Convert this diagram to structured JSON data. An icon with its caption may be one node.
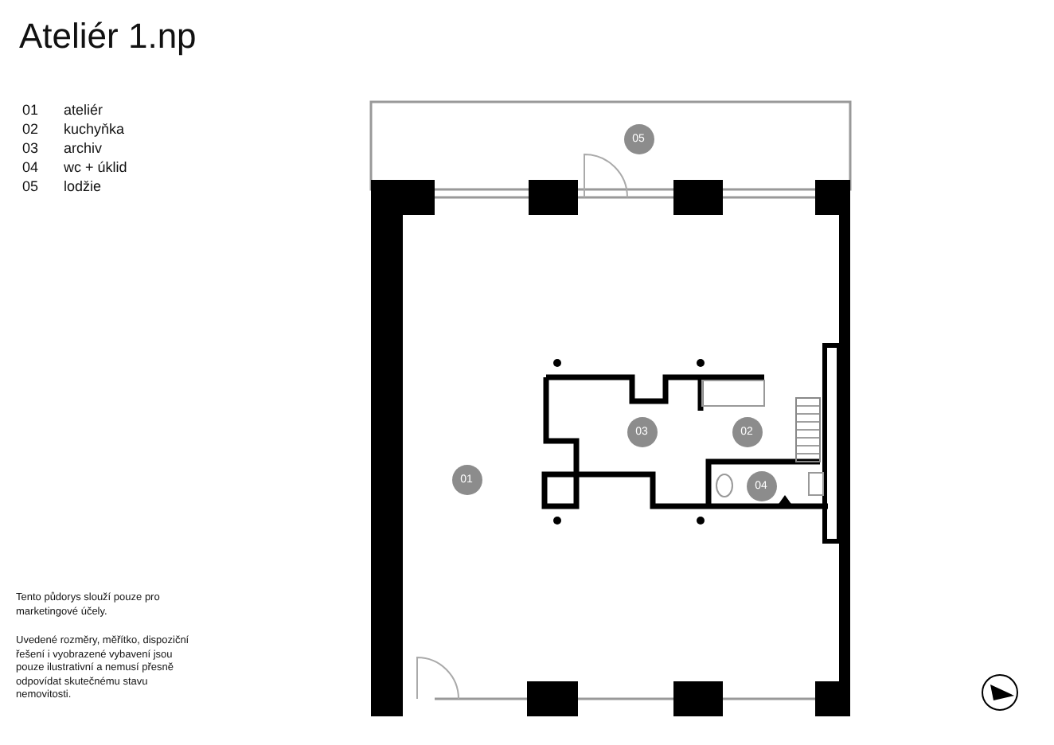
{
  "diagram": {
    "title": "Ateliér 1.np",
    "nodes": [
      {
        "text": [
          "05"
        ]
      },
      {
        "text": [
          "03"
        ]
      },
      {
        "text": [
          "02"
        ]
      },
      {
        "text": [
          "01"
        ]
      },
      {
        "text": [
          "04"
        ]
      }
    ],
    "labels": [
      "01",
      "ateliér",
      "02",
      "kuchyňka",
      "03",
      "archiv",
      "04",
      "wc + úklid",
      "05",
      "lodžie",
      "Tento půdorys slouží pouze pro marketingové účely.",
      "Uvedené rozměry, měřítko, dispoziční řešení i vyobrazené vybavení jsou pouze ilustrativní a nemusí přesně odpovídat skutečnému stavu nemovitosti."
    ]
  }
}
